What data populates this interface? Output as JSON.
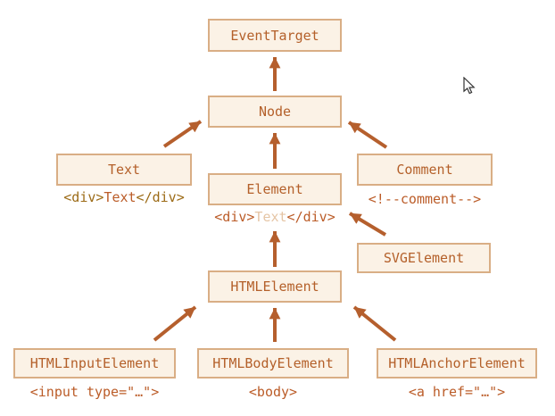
{
  "diagram": {
    "type": "class-hierarchy",
    "nodes": {
      "eventTarget": {
        "label": "EventTarget"
      },
      "node": {
        "label": "Node"
      },
      "text": {
        "label": "Text"
      },
      "element": {
        "label": "Element"
      },
      "comment": {
        "label": "Comment"
      },
      "svgElement": {
        "label": "SVGElement"
      },
      "htmlElement": {
        "label": "HTMLElement"
      },
      "htmlInputElement": {
        "label": "HTMLInputElement"
      },
      "htmlBodyElement": {
        "label": "HTMLBodyElement"
      },
      "htmlAnchorElement": {
        "label": "HTMLAnchorElement"
      }
    },
    "annotations": {
      "text": {
        "parts": [
          {
            "t": "<div>",
            "style": "tag"
          },
          {
            "t": "Text",
            "style": "highlight"
          },
          {
            "t": "</div>",
            "style": "tag"
          }
        ]
      },
      "element": {
        "parts": [
          {
            "t": "<div>",
            "style": "highlight"
          },
          {
            "t": "Text",
            "style": "faded"
          },
          {
            "t": "</div>",
            "style": "highlight"
          }
        ]
      },
      "comment": {
        "text": "<!--comment-->"
      },
      "htmlInputElement": {
        "text": "<input type=\"…\">"
      },
      "htmlBodyElement": {
        "text": "<body>"
      },
      "htmlAnchorElement": {
        "text": "<a href=\"…\">"
      }
    },
    "edges": [
      {
        "from": "node",
        "to": "eventTarget"
      },
      {
        "from": "element",
        "to": "node"
      },
      {
        "from": "text",
        "to": "node"
      },
      {
        "from": "comment",
        "to": "node"
      },
      {
        "from": "htmlElement",
        "to": "element"
      },
      {
        "from": "svgElement",
        "to": "element"
      },
      {
        "from": "htmlInputElement",
        "to": "htmlElement"
      },
      {
        "from": "htmlBodyElement",
        "to": "htmlElement"
      },
      {
        "from": "htmlAnchorElement",
        "to": "htmlElement"
      }
    ],
    "cursor": {
      "icon": "mouse-pointer"
    },
    "colors": {
      "background": "#ffffff",
      "box_fill": "#fbf2e6",
      "box_border": "#d9ae85",
      "label_text": "#b4602a",
      "arrow": "#b55f2d",
      "code_highlight": "#bb5c28",
      "code_tag": "#9c6b17",
      "code_faded": "#e5c5a5"
    }
  }
}
